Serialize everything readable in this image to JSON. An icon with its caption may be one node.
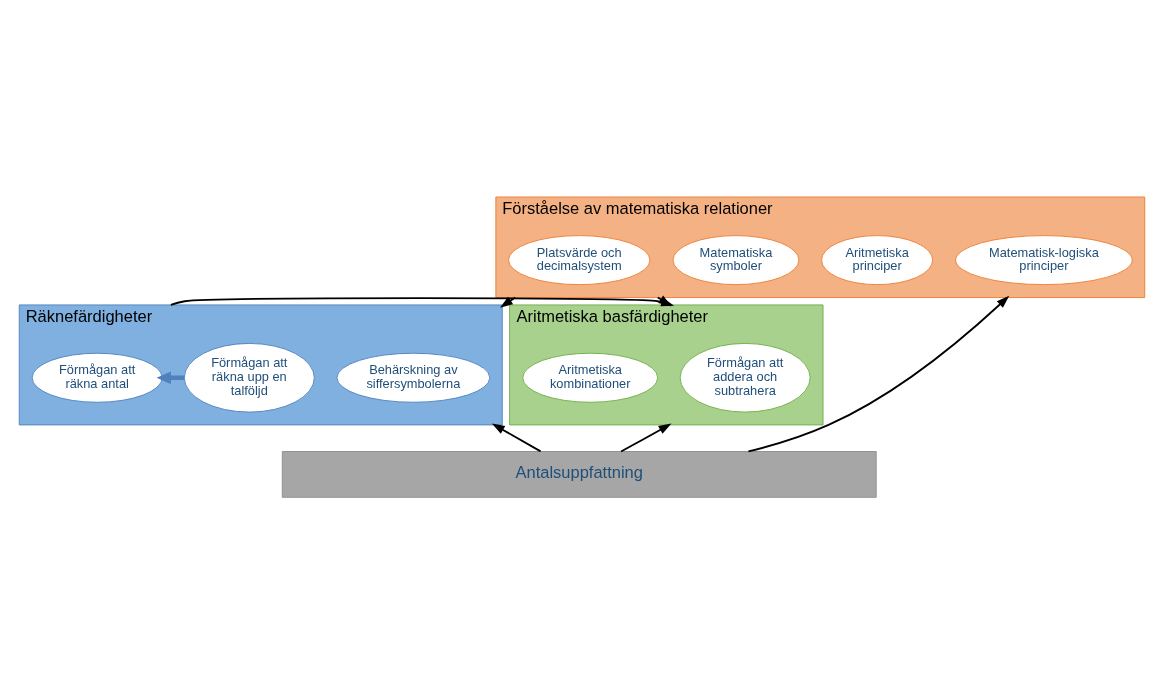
{
  "diagram": {
    "nodes": [
      {
        "text": [
          "Förståelse av matematiska relationer"
        ]
      },
      {
        "text": [
          "Matematisk-logiska principer"
        ],
        "in": 0
      },
      {
        "text": [
          "Aritmetiska principer"
        ],
        "in": 0
      },
      {
        "text": [
          "Matematiska symboler"
        ],
        "in": 0
      },
      {
        "text": [
          "Platsvärde och decimalsystem"
        ],
        "in": 0
      },
      {
        "text": [
          "Räknefärdigheter"
        ]
      },
      {
        "text": [
          "Behärskning av siffersymbolerna"
        ],
        "in": 5
      },
      {
        "text": [
          "Förmågan att räkna upp en talföljd"
        ],
        "in": 5
      },
      {
        "text": [
          "Förmågan att räkna antal"
        ],
        "in": 5
      },
      {
        "text": [
          "Aritmetiska basfärdigheter"
        ]
      },
      {
        "text": [
          "Förmågan att addera och subtrahera"
        ],
        "in": 9
      },
      {
        "text": [
          "Aritmetiska kombinationer"
        ],
        "in": 9
      },
      {
        "text": [
          "Antalsuppfattning"
        ]
      }
    ],
    "edges": [
      {
        "from": 0,
        "to": 5,
        "arrow": "to"
      },
      {
        "from": 0,
        "to": 9,
        "arrow": "to"
      },
      {
        "from": 5,
        "to": 9,
        "arrow": "to"
      },
      {
        "from": 7,
        "to": 8,
        "arrow": "to",
        "style": "thick",
        "color": "#4f81bd"
      },
      {
        "from": 12,
        "to": 5,
        "arrow": "to"
      },
      {
        "from": 12,
        "to": 9,
        "arrow": "to"
      },
      {
        "from": 12,
        "to": 0,
        "arrow": "to"
      }
    ]
  }
}
